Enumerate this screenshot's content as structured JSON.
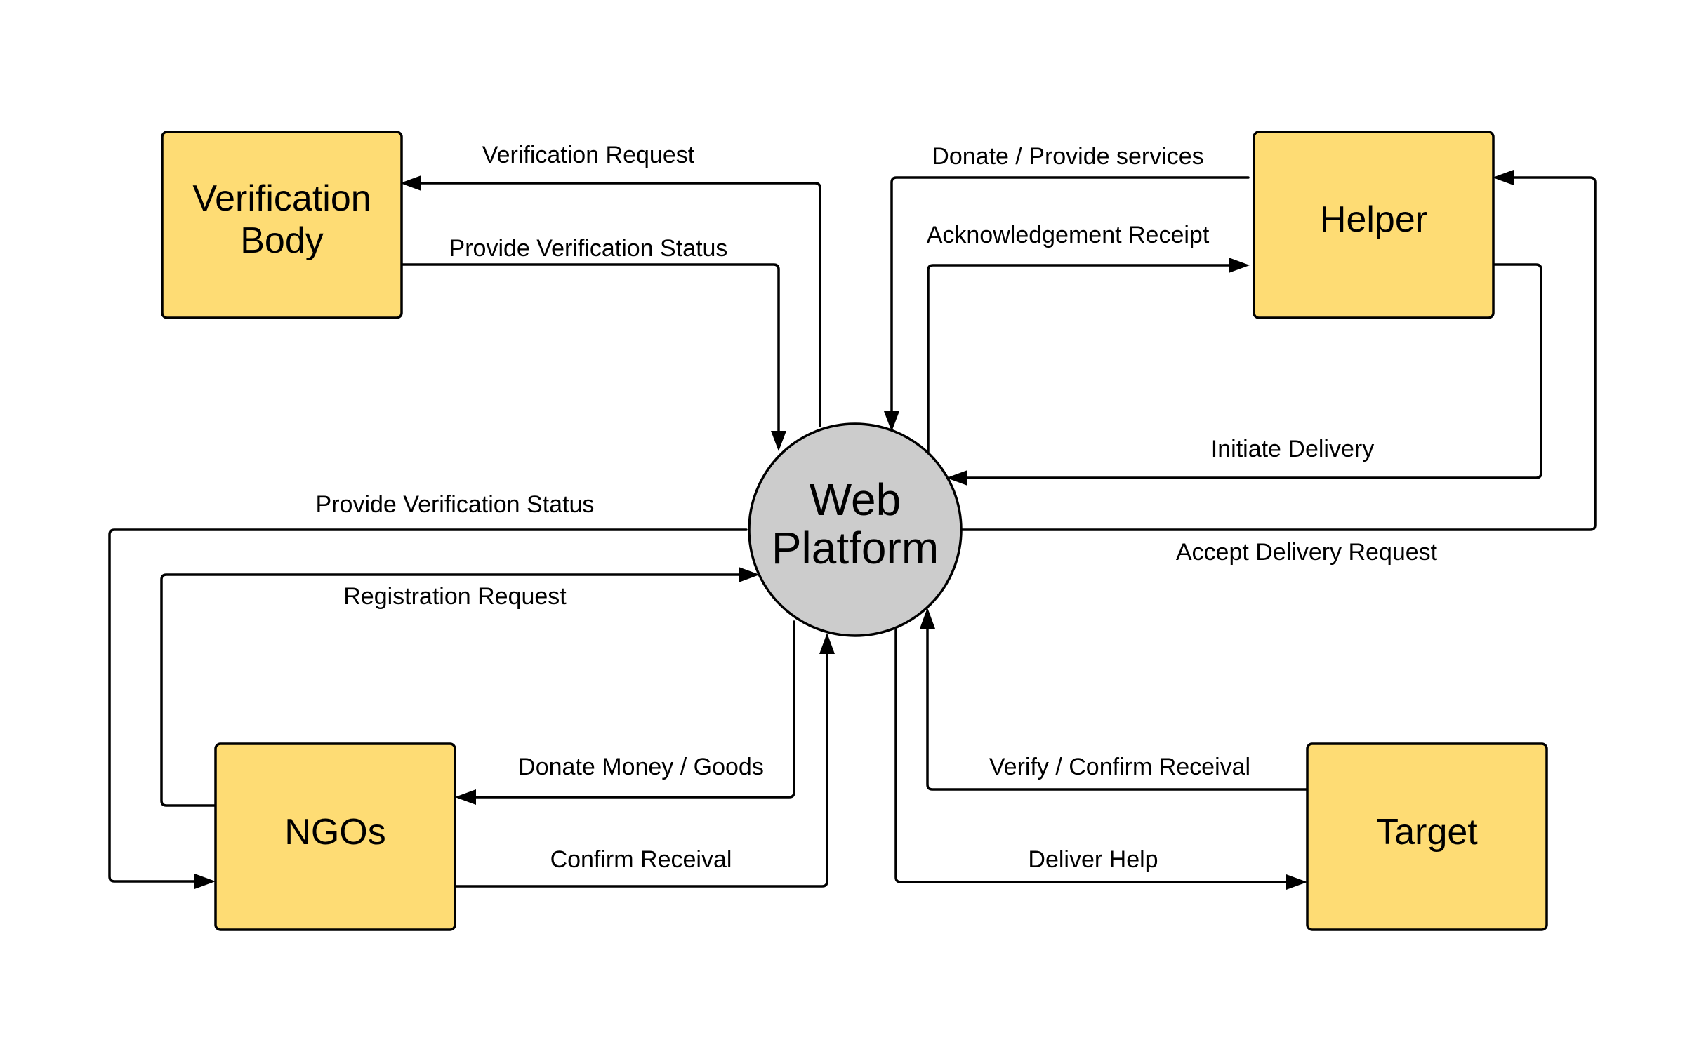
{
  "colors": {
    "entity_fill": "#fedc74",
    "process_fill": "#cccccc",
    "stroke": "#000000",
    "background": "#ffffff"
  },
  "process": {
    "label_line1": "Web",
    "label_line2": "Platform"
  },
  "entities": {
    "verification_body": {
      "label_line1": "Verification",
      "label_line2": "Body"
    },
    "helper": {
      "label": "Helper"
    },
    "ngos": {
      "label": "NGOs"
    },
    "target": {
      "label": "Target"
    }
  },
  "flows": {
    "verification_request": "Verification Request",
    "provide_verification_status_vb": "Provide Verification Status",
    "donate_provide_services": "Donate / Provide services",
    "acknowledgement_receipt": "Acknowledgement Receipt",
    "initiate_delivery": "Initiate Delivery",
    "accept_delivery_request": "Accept Delivery Request",
    "provide_verification_status_ngo": "Provide Verification Status",
    "registration_request": "Registration Request",
    "donate_money_goods": "Donate Money / Goods",
    "confirm_receival": "Confirm Receival",
    "verify_confirm_receival": "Verify / Confirm Receival",
    "deliver_help": "Deliver Help"
  }
}
